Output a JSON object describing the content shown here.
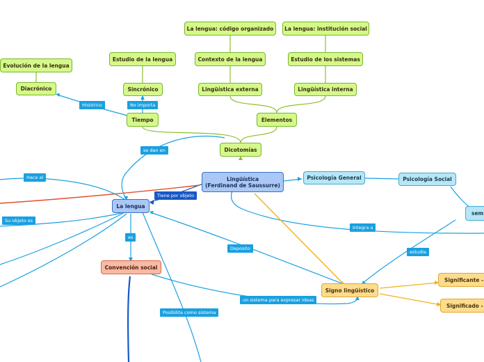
{
  "nodes": {
    "lengua_codigo": "La lengua: código organizado",
    "lengua_institucion": "La lengua: institución social",
    "evolucion": "Evolución de la lengua",
    "estudio_lengua": "Estudio de la lengua",
    "contexto": "Contexto de la lengua",
    "estudio_sistemas": "Estudio de los sistemas",
    "diacronico": "Diacrónico",
    "sincronico": "Sincrónico",
    "linguistica_externa": "Lingüística externa",
    "linguistica_interna": "Lingüística interna",
    "tiempo": "Tiempo",
    "elementos": "Elementos",
    "dicotomias": "Dicotomías",
    "linguistica_title": "Lingüística",
    "linguistica_sub": "(Ferdinand de Saussurre)",
    "psicologia_general": "Psicología General",
    "psicologia_social": "Psicología Social",
    "semiologia": "semi",
    "la_lengua": "La lengua",
    "convencion_social": "Convención social",
    "signo": "Signo lingüístico",
    "significante": "Significante - f",
    "significado": "Significado - c"
  },
  "labels": {
    "historico": "Histórico",
    "no_importa": "No importa",
    "se_dan_en": "se dan en",
    "hace_al": "Hace al",
    "tiene_por_objeto": "Tiene por objeto",
    "su_objeto_es": "Su objeto es",
    "integra_a": "Integra a",
    "es": "es",
    "deposito": "Deposito",
    "estudia": "estudia",
    "sistema_ideas": "un sistema para expresar ideas",
    "posibilita": "Posibilita como sistema"
  },
  "colors": {
    "green_link": "#8bbf2e",
    "blue_link": "#1aa0e0",
    "dark_blue_link": "#1858c8",
    "orange_link": "#f0b020",
    "red_link": "#e0502a"
  }
}
